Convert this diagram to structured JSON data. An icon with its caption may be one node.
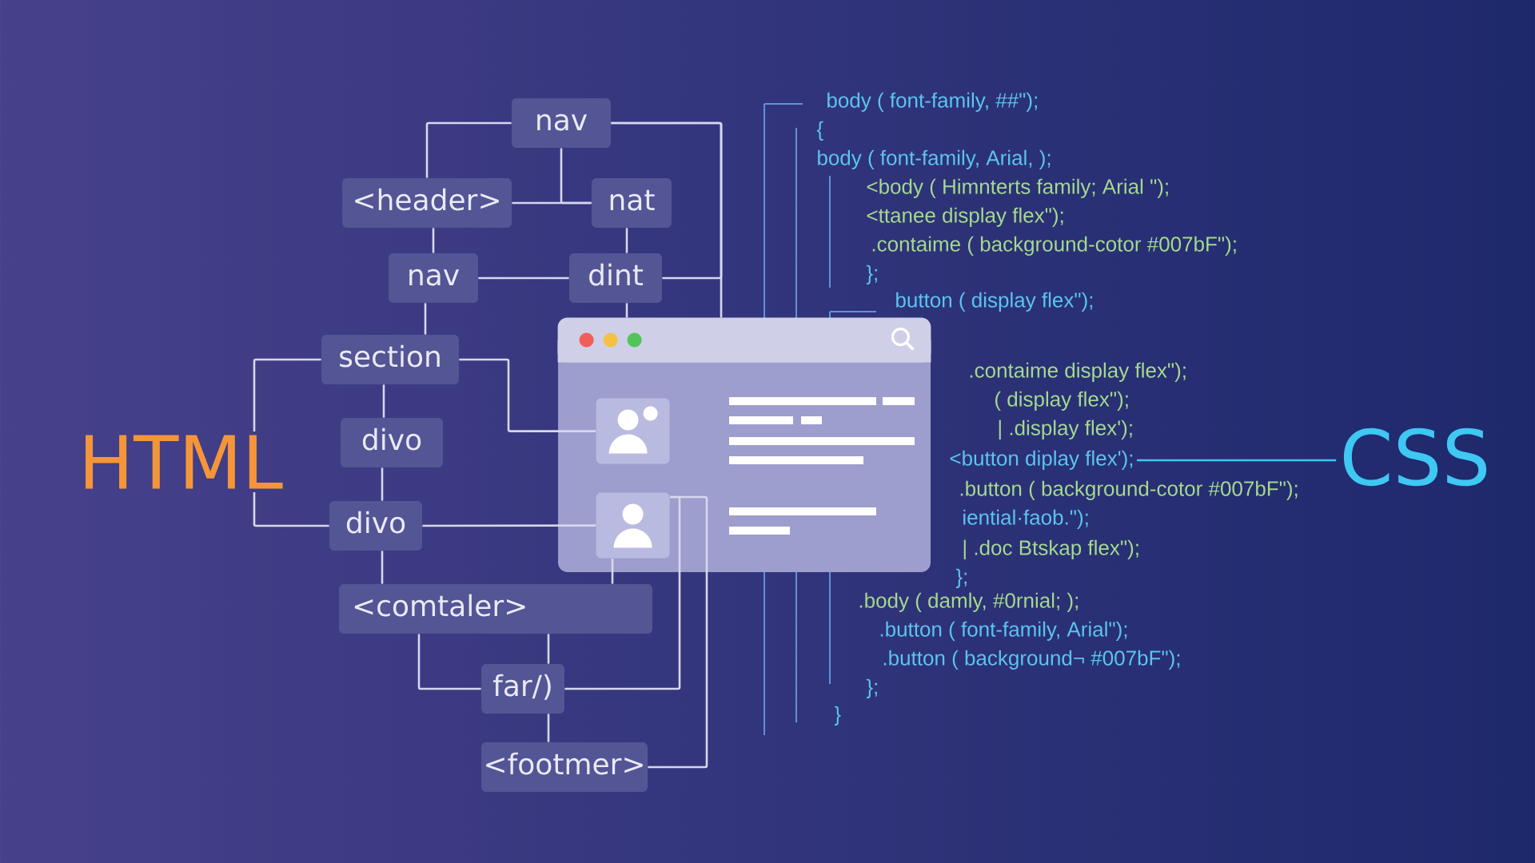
{
  "diagram": {
    "nodes": [
      {
        "text": [
          "nav"
        ]
      },
      {
        "text": [
          "<header>"
        ]
      },
      {
        "text": [
          "nat"
        ]
      },
      {
        "text": [
          "nav"
        ]
      },
      {
        "text": [
          "dint"
        ]
      },
      {
        "text": [
          "section"
        ]
      },
      {
        "text": [
          "divo"
        ]
      },
      {
        "text": [
          "divo"
        ]
      },
      {
        "text": [
          "<comtaler>"
        ]
      },
      {
        "text": [
          "far/)"
        ]
      },
      {
        "text": [
          "<footmer>"
        ]
      },
      {
        "text": [
          "HTML"
        ]
      },
      {
        "text": [],
        "shape": "box"
      },
      {
        "text": [],
        "shape": "person",
        "in": 12
      },
      {
        "text": [],
        "shape": "person",
        "in": 12
      },
      {
        "text": [
          "<button diplay flex');"
        ]
      },
      {
        "text": [
          "CSS"
        ]
      }
    ],
    "edges": [
      {
        "from": 0,
        "to": 1,
        "arrow": "none"
      },
      {
        "from": 0,
        "to": 2,
        "arrow": "none"
      },
      {
        "from": 1,
        "to": 2,
        "arrow": "none"
      },
      {
        "from": 1,
        "to": 3,
        "arrow": "none"
      },
      {
        "from": 2,
        "to": 4,
        "arrow": "none"
      },
      {
        "from": 3,
        "to": 4,
        "arrow": "none"
      },
      {
        "from": 3,
        "to": 5,
        "arrow": "none"
      },
      {
        "from": 4,
        "to": 0,
        "arrow": "none"
      },
      {
        "from": 0,
        "to": 12,
        "arrow": "none"
      },
      {
        "from": 4,
        "to": 12,
        "arrow": "none"
      },
      {
        "from": 5,
        "to": 11,
        "arrow": "none"
      },
      {
        "from": 11,
        "to": 7,
        "arrow": "none"
      },
      {
        "from": 5,
        "to": 6,
        "arrow": "none"
      },
      {
        "from": 6,
        "to": 7,
        "arrow": "none"
      },
      {
        "from": 5,
        "to": 13,
        "arrow": "none"
      },
      {
        "from": 7,
        "to": 14,
        "arrow": "none"
      },
      {
        "from": 7,
        "to": 8,
        "arrow": "none"
      },
      {
        "from": 14,
        "to": 8,
        "arrow": "none"
      },
      {
        "from": 8,
        "to": 9,
        "arrow": "none"
      },
      {
        "from": 8,
        "to": 9,
        "arrow": "none"
      },
      {
        "from": 9,
        "to": 10,
        "arrow": "none"
      },
      {
        "from": 14,
        "to": 9,
        "arrow": "none"
      },
      {
        "from": 14,
        "to": 10,
        "arrow": "none"
      },
      {
        "from": 15,
        "to": 16,
        "arrow": "none",
        "color": "#3ec8f3"
      }
    ],
    "labels": [
      "body ( font-family, ##\");",
      "{",
      "body ( font-family, Arial, );",
      "<body ( Himnterts family; Arial \");",
      "<ttanee display flex\");",
      ".contaime ( background-cotor #007bF\");",
      "};",
      "button ( display flex\");",
      ".contaime display flex\");",
      "( display flex\");",
      "| .display flex');",
      ".button ( background-cotor #007bF\");",
      "iential·faob.\");",
      "| .doc Btskap flex\");",
      "};",
      ".body ( damly, #0rnial; );",
      ".button ( font-family, Arial\");",
      ".button ( background¬ #007bF\");",
      "};",
      "}"
    ]
  }
}
